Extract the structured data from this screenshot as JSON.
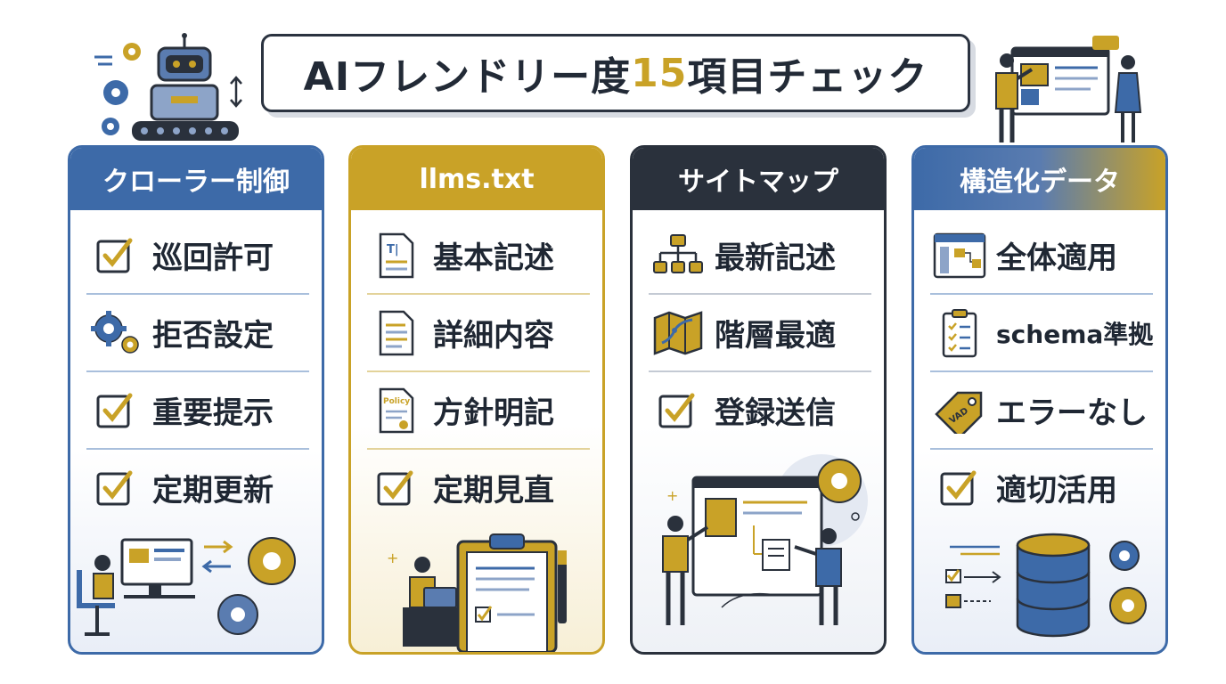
{
  "title": {
    "prefix": "AIフレンドリー度",
    "number": "15",
    "suffix": "項目チェック"
  },
  "colors": {
    "navy": "#3d6aa8",
    "gold": "#c9a227",
    "dark": "#2a313c"
  },
  "columns": [
    {
      "header": "クローラー制御",
      "items": [
        {
          "label": "巡回許可",
          "icon": "checkbox-icon"
        },
        {
          "label": "拒否設定",
          "icon": "gears-icon"
        },
        {
          "label": "重要提示",
          "icon": "checkbox-icon"
        },
        {
          "label": "定期更新",
          "icon": "checkbox-icon"
        }
      ]
    },
    {
      "header": "llms.txt",
      "items": [
        {
          "label": "基本記述",
          "icon": "text-document-icon",
          "icon_text": "T|"
        },
        {
          "label": "詳細内容",
          "icon": "document-icon"
        },
        {
          "label": "方針明記",
          "icon": "policy-document-icon",
          "icon_text": "Policy"
        },
        {
          "label": "定期見直",
          "icon": "checkbox-icon"
        }
      ]
    },
    {
      "header": "サイトマップ",
      "items": [
        {
          "label": "最新記述",
          "icon": "sitemap-tree-icon"
        },
        {
          "label": "階層最適",
          "icon": "map-icon"
        },
        {
          "label": "登録送信",
          "icon": "checkbox-icon"
        }
      ]
    },
    {
      "header": "構造化データ",
      "items": [
        {
          "label": "全体適用",
          "icon": "browser-window-icon"
        },
        {
          "label": "schema準拠",
          "icon": "clipboard-checklist-icon"
        },
        {
          "label": "エラーなし",
          "icon": "tag-icon",
          "icon_text": "VAD"
        },
        {
          "label": "適切活用",
          "icon": "checkbox-icon"
        }
      ]
    }
  ]
}
